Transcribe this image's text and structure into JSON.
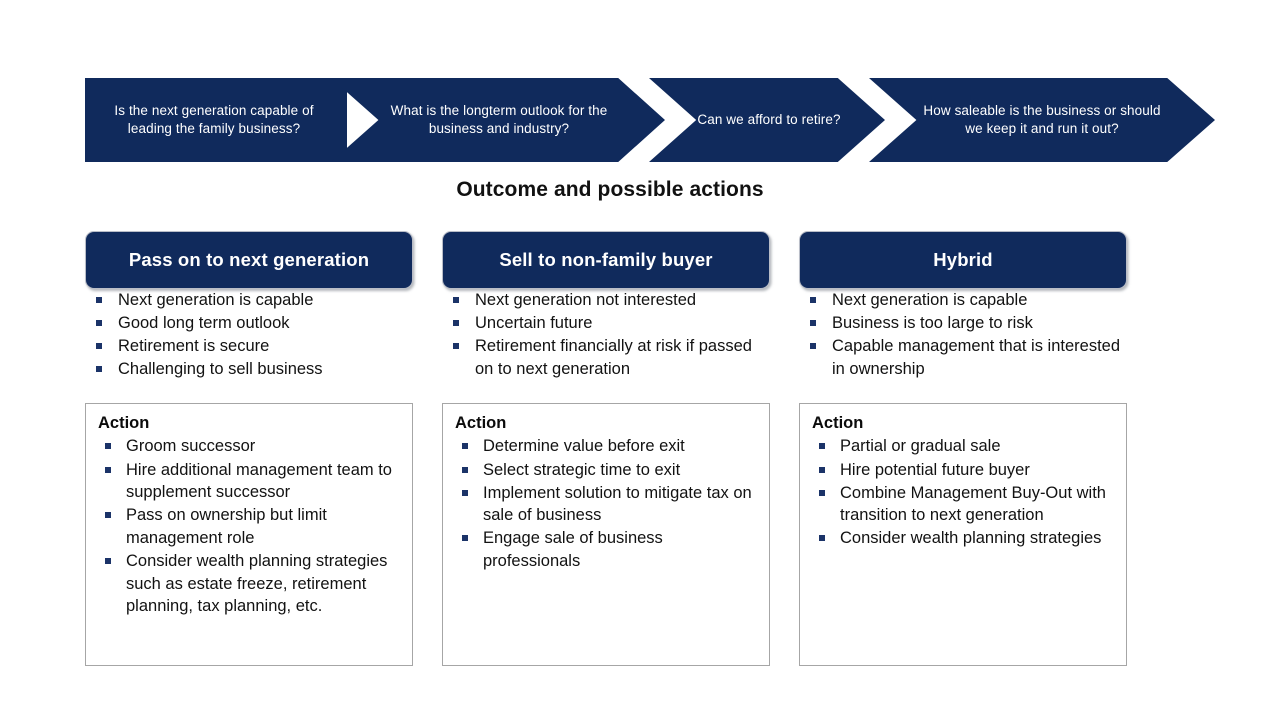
{
  "colors": {
    "navy": "#102A5C",
    "bullet_navy": "#1b3368",
    "box_border": "#a6a6a6",
    "text": "#121212"
  },
  "process": {
    "steps": [
      {
        "text": "Is the next generation capable of leading the family business?"
      },
      {
        "text": "What is the longterm outlook for the business and industry?"
      },
      {
        "text": "Can we afford to retire?"
      },
      {
        "text": "How saleable is the business or should we keep it and run it out?"
      }
    ]
  },
  "section": {
    "title": "Outcome and possible actions"
  },
  "columns": [
    {
      "header": "Pass on to next generation",
      "summary": [
        "Next generation is capable",
        "Good long term outlook",
        "Retirement is secure",
        "Challenging to sell business"
      ],
      "action_title": "Action",
      "actions": [
        "Groom successor",
        "Hire additional management team to supplement successor",
        "Pass on ownership but limit management role",
        "Consider wealth planning strategies such as estate freeze, retirement planning, tax planning, etc."
      ]
    },
    {
      "header": "Sell to non-family buyer",
      "summary": [
        "Next generation not interested",
        "Uncertain future",
        "Retirement financially at risk if passed on to next generation"
      ],
      "action_title": "Action",
      "actions": [
        "Determine value before exit",
        "Select strategic time to exit",
        "Implement solution to mitigate tax on sale of business",
        "Engage sale of business professionals"
      ]
    },
    {
      "header": "Hybrid",
      "summary": [
        "Next generation is capable",
        "Business is too large to risk",
        "Capable management that is interested in ownership"
      ],
      "action_title": "Action",
      "actions": [
        "Partial or gradual sale",
        "Hire potential future buyer",
        "Combine Management Buy-Out with transition to next generation",
        "Consider wealth planning strategies"
      ]
    }
  ]
}
